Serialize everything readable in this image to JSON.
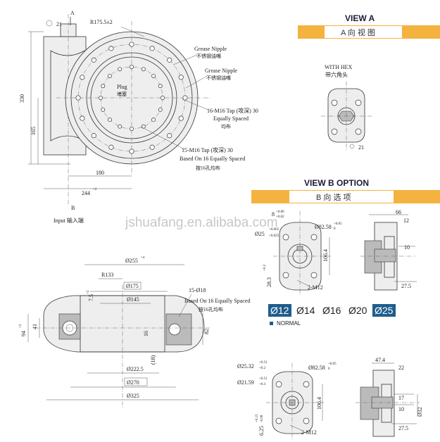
{
  "watermark": "jshuafang.en.alibaba.com",
  "main_view": {
    "label_a": "A",
    "label_b": "B",
    "radius_label": "R175.5±2",
    "dim_21": "21",
    "dim_330": "330",
    "dim_165": "165",
    "dim_180": "180",
    "dim_244": "244",
    "dim_244_tol": "+2",
    "input_label": "Input 输入端",
    "grease_nipple_1": "Grease Nipple",
    "grease_nipple_1_cn": "不锈钢油嘴",
    "grease_nipple_2": "Grease Nipple",
    "grease_nipple_2_cn": "不锈钢油嘴",
    "plug": "Plug",
    "plug_cn": "堵塞",
    "tap_16": "16-M16  Tap (攻深) 30",
    "tap_16_line2": "Equally Spaced",
    "tap_16_line3": "均布",
    "tap_15": "15-M16 Tap (攻深) 30",
    "tap_15_line2": "Based On 16 Equally Spaced",
    "tap_15_line3": "按16孔均布"
  },
  "section_view": {
    "dim_255": "Ø255",
    "dim_255_tol": "+4",
    "r133": "R133",
    "dim_175": "Ø175",
    "dim_145": "Ø145",
    "dim_7_5": "7.5",
    "dim_7_5_tol": "+2",
    "holes": "15-Ø18",
    "holes_line2": "Based On 16 Equally Spaced",
    "holes_line3": "按16孔均布",
    "dim_94": "94",
    "dim_94_tol": "+3",
    "dim_41": "41",
    "dim_16": "16",
    "dim_18": "(18)",
    "dim_82": "82",
    "dim_222": "Ø222.5",
    "dim_270": "Ø270",
    "dim_325": "Ø325"
  },
  "view_a": {
    "title": "VIEW A",
    "tab": "A 向 视 图",
    "with_hex": "WITH HEX",
    "with_hex_cn": "带六角头",
    "dim_21": "21"
  },
  "view_b": {
    "title": "VIEW B OPTION",
    "tab": "B 向 选 项",
    "top": {
      "dim_8": "8",
      "dim_8_tol_up": "+0.06",
      "dim_8_tol_dn": "+0.02",
      "dim_25": "Ø25",
      "dim_25_tol_up": "+0.065",
      "dim_25_tol_dn": "+0.025",
      "dim_82": "Ø82.58",
      "dim_82_tol": "+0.05",
      "dim_82_tol2": "0",
      "dim_106": "106.4",
      "dim_28": "28.3",
      "dim_28_tol": "+0.2",
      "thread": "2-M12",
      "dim_66": "66",
      "dim_12": "12",
      "dim_10": "10",
      "dim_27": "27.5"
    },
    "options": [
      "Ø12",
      "Ø14",
      "Ø16",
      "Ø20",
      "Ø25"
    ],
    "options_highlight": [
      "Ø12",
      "Ø25"
    ],
    "normal_label": "NORMAL",
    "normal_color": "#1e5d8c",
    "bottom": {
      "dim_25": "Ø25.32",
      "dim_25_tol_up": "+0.51",
      "dim_25_tol_dn": "+0.2",
      "dim_21": "Ø21.59",
      "dim_21_tol_up": "+0.51",
      "dim_21_tol_dn": "+0.3",
      "dim_82": "Ø82.58",
      "dim_82_tol": "+0.05",
      "dim_82_tol2": "0",
      "dim_106": "106.4",
      "dim_6": "6.25",
      "dim_6_tol_up": "+0.15",
      "dim_6_tol_dn": "-0.08",
      "thread": "2-M12",
      "dim_47": "47.4",
      "dim_22": "22",
      "dim_17": "17",
      "dim_10": "10",
      "dim_32": "Ø32",
      "dim_27": "27.5"
    }
  },
  "accent_color": "#f4b23e"
}
